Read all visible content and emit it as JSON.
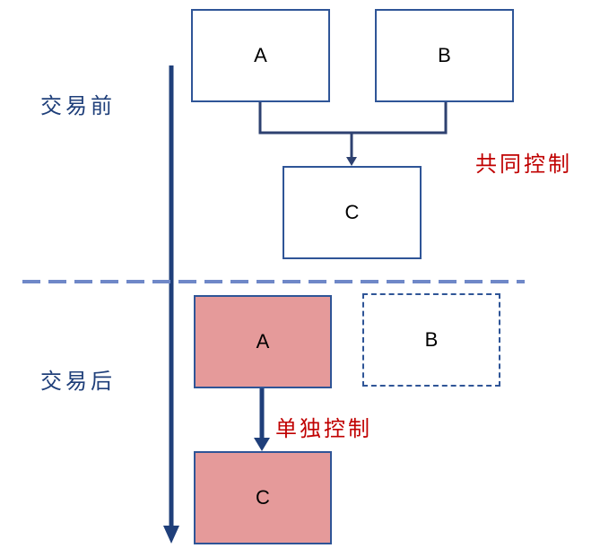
{
  "colors": {
    "box_border": "#2f5597",
    "filled_box": "#e59a9a",
    "timeline": "#1f3f7a",
    "connector": "#2e4170",
    "divider": "#6f88c8",
    "phase_text": "#1f3f7a",
    "control_text": "#c00000"
  },
  "before": {
    "phase_label": "交易前",
    "control_label": "共同控制",
    "boxes": {
      "a": "A",
      "b": "B",
      "c": "C"
    }
  },
  "after": {
    "phase_label": "交易后",
    "control_label": "单独控制",
    "boxes": {
      "a": "A",
      "b": "B",
      "c": "C"
    }
  }
}
